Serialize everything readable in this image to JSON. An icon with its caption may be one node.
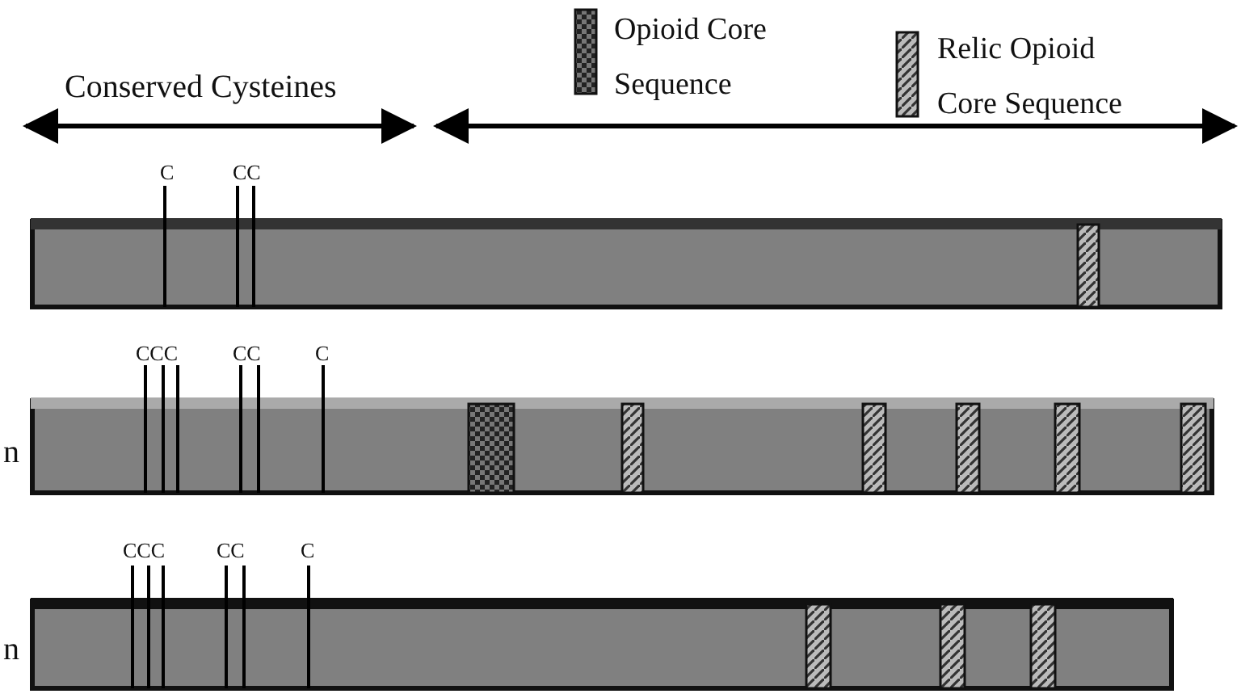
{
  "diagram": {
    "labels": [
      "Conserved Cysteines",
      "C",
      "CC",
      "CCC",
      "CC",
      "C",
      "n",
      "CCC",
      "CC",
      "C",
      "n"
    ],
    "legend": [
      {
        "text": "Opioid Core Sequence"
      },
      {
        "text": "Relic Opioid Core Sequence"
      }
    ]
  }
}
